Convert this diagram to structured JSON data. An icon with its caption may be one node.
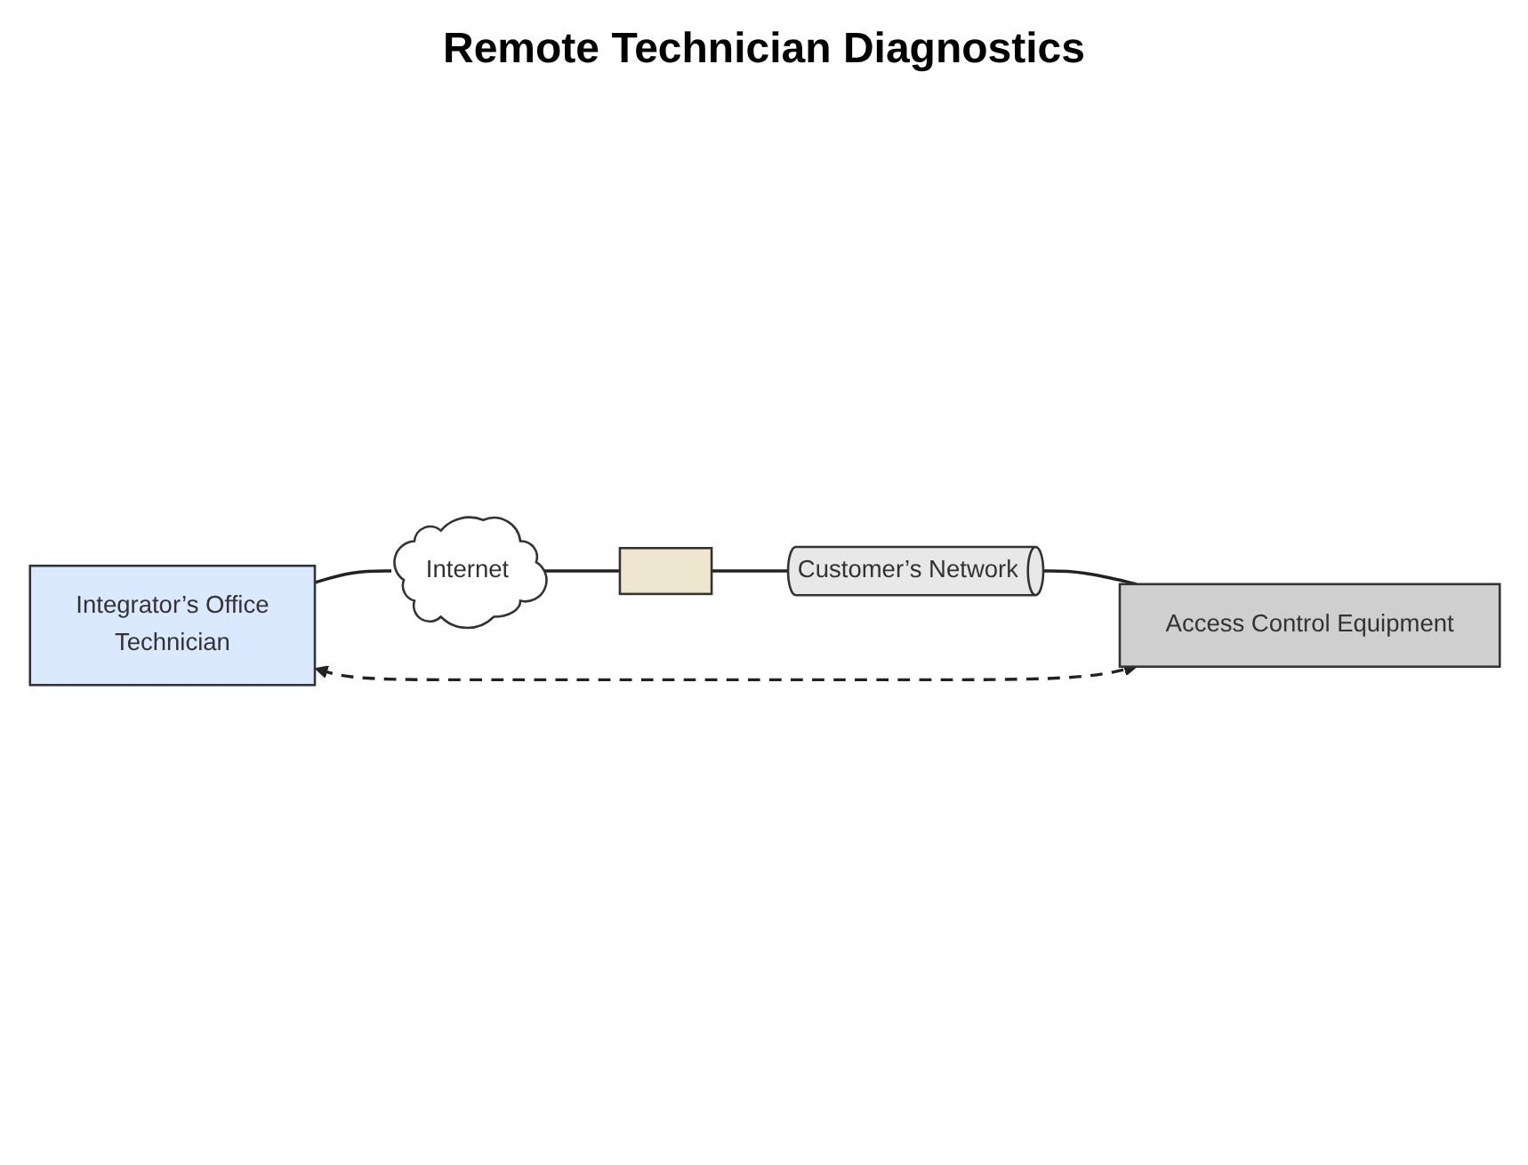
{
  "diagram": {
    "title": "Remote Technician Diagnostics",
    "nodes": [
      {
        "text": [
          "Integrator’s Office",
          "Technician"
        ]
      },
      {
        "text": [
          "Internet"
        ]
      },
      {
        "text": [],
        "shape": "box"
      },
      {
        "text": [
          "Customer’s Network"
        ]
      },
      {
        "text": [
          "Access Control Equipment"
        ]
      }
    ],
    "edges": [
      {
        "from": 0,
        "to": 1,
        "arrow": "none"
      },
      {
        "from": 1,
        "to": 2,
        "arrow": "none"
      },
      {
        "from": 2,
        "to": 3,
        "arrow": "none"
      },
      {
        "from": 3,
        "to": 4,
        "arrow": "none"
      },
      {
        "from": 0,
        "to": 4,
        "arrow": "both",
        "style": "dashed"
      }
    ]
  }
}
